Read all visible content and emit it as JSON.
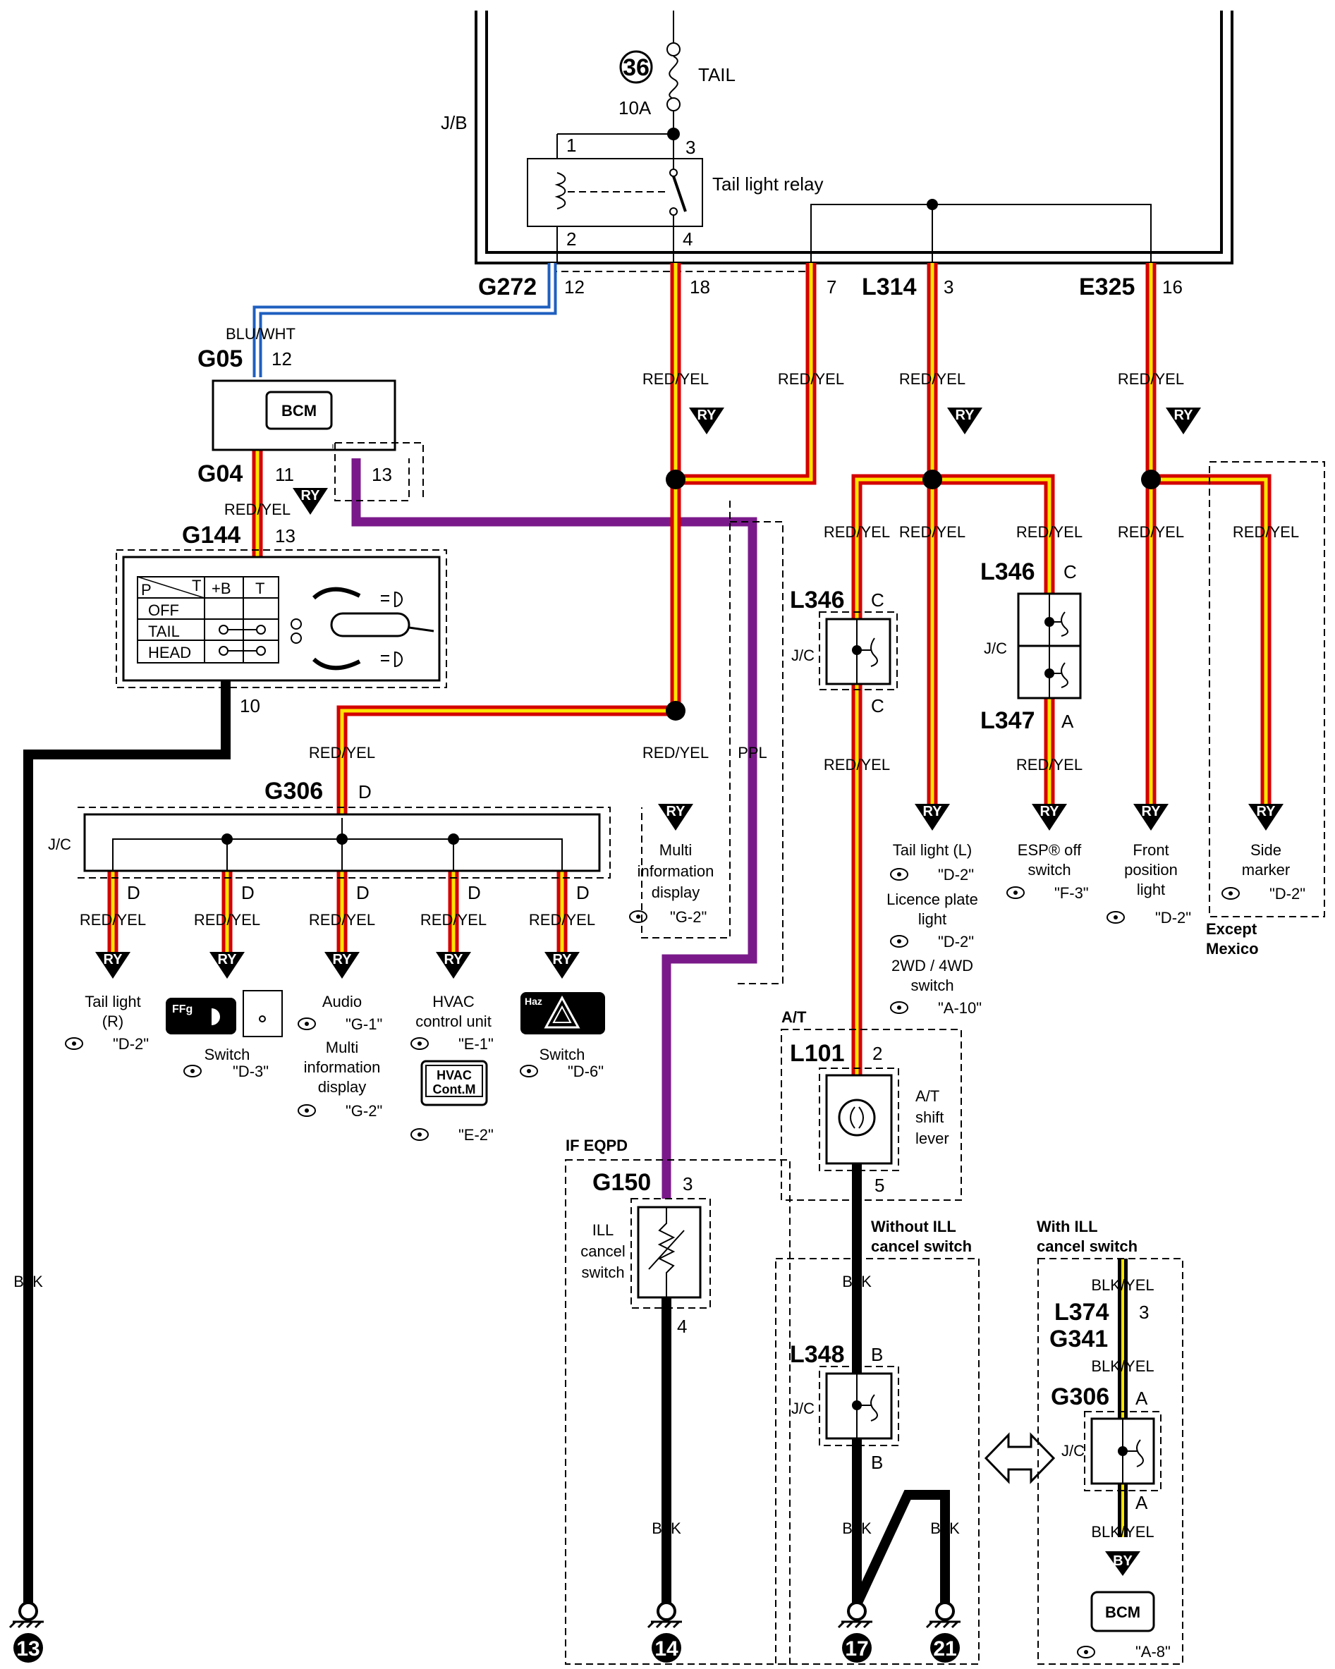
{
  "wires": {
    "red_yel": "RED/YEL",
    "blu_wht": "BLU/WHT",
    "blk": "BLK",
    "blk_yel": "BLK/YEL",
    "ppl": "PPL",
    "ry_code": "RY",
    "by_code": "BY"
  },
  "colors": {
    "red_yel_outer": "#d40000",
    "red_yel_inner": "#ffe500",
    "blu_wht": "#1f5fbf",
    "blk": "#000000",
    "ppl": "#7a1a8a",
    "blk_yel_inner": "#ffe500"
  },
  "junction_box": {
    "label": "J/B",
    "fuse_number": "36",
    "fuse_name": "TAIL",
    "fuse_rating": "10A",
    "relay_label": "Tail light relay",
    "relay_pins": [
      "1",
      "3",
      "2",
      "4"
    ]
  },
  "connectors": {
    "g272": "G272",
    "g272_pin": "12",
    "pin_18": "18",
    "pin_7": "7",
    "l314": "L314",
    "l314_pin": "3",
    "e325": "E325",
    "e325_pin": "16",
    "g05": "G05",
    "g05_pin": "12",
    "g04": "G04",
    "g04_pin": "11",
    "g04_pin13": "13",
    "g144": "G144",
    "g144_pin": "13",
    "g144_pin10": "10",
    "g306": "G306",
    "g306_pin": "D",
    "l346": "L346",
    "l346_pin": "C",
    "l347": "L347",
    "l347_pin": "A",
    "l101": "L101",
    "l101_pin2": "2",
    "l101_pin5": "5",
    "g150": "G150",
    "g150_pin3": "3",
    "g150_pin4": "4",
    "l348": "L348",
    "l348_pin": "B",
    "l374": "L374",
    "l374_pin": "3",
    "g341": "G341",
    "g306b": "G306",
    "g306b_pin": "A",
    "jc": "J/C"
  },
  "bcm": "BCM",
  "switch_table": {
    "header": [
      "P",
      "T",
      "+B",
      "T"
    ],
    "rows": [
      "OFF",
      "TAIL",
      "HEAD"
    ]
  },
  "loads": {
    "multi_info": [
      "Multi",
      "information",
      "display"
    ],
    "multi_info_ref": "\"G-2\"",
    "tail_l": "Tail light (L)",
    "tail_l_ref": "\"D-2\"",
    "licence": [
      "Licence plate",
      "light"
    ],
    "licence_ref": "\"D-2\"",
    "wd_switch": [
      "2WD / 4WD",
      "switch"
    ],
    "wd_switch_ref": "\"A-10\"",
    "esp": [
      "ESP® off",
      "switch"
    ],
    "esp_ref": "\"F-3\"",
    "front_pos": [
      "Front",
      "position",
      "light"
    ],
    "front_pos_ref": "\"D-2\"",
    "side_marker": [
      "Side",
      "marker"
    ],
    "side_marker_ref": "\"D-2\"",
    "except_mexico": [
      "Except",
      "Mexico"
    ],
    "tail_r": [
      "Tail light",
      "(R)"
    ],
    "tail_r_ref": "\"D-2\"",
    "ffg_switch": "Switch",
    "ffg_ref": "\"D-3\"",
    "ffg_icon": "FFg",
    "audio": "Audio",
    "audio_ref": "\"G-1\"",
    "multi_info2": [
      "Multi",
      "information",
      "display"
    ],
    "multi_info2_ref": "\"G-2\"",
    "hvac": [
      "HVAC",
      "control unit"
    ],
    "hvac_ref": "\"E-1\"",
    "hvac_box": [
      "HVAC",
      "Cont.M"
    ],
    "hvac_box_ref": "\"E-2\"",
    "haz_switch": "Switch",
    "haz_ref": "\"D-6\"",
    "haz_icon": "Haz",
    "at": "A/T",
    "at_lever": [
      "A/T",
      "shift",
      "lever"
    ],
    "if_eqpd": "IF EQPD",
    "ill_cancel": [
      "ILL",
      "cancel",
      "switch"
    ],
    "without_ill": [
      "Without ILL",
      "cancel switch"
    ],
    "with_ill": [
      "With ILL",
      "cancel switch"
    ],
    "bcm_ref": "\"A-8\""
  },
  "grounds": [
    "13",
    "14",
    "17",
    "21"
  ]
}
